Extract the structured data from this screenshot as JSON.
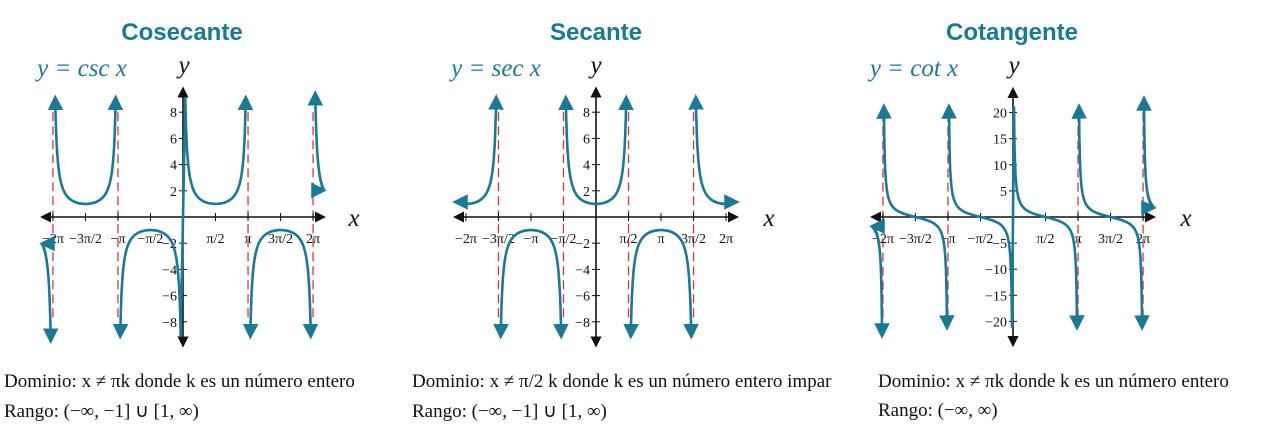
{
  "colors": {
    "curve": "#1a7a96",
    "asymptote": "#d9343e",
    "axis": "#111111",
    "title": "#1a7a96"
  },
  "chart_data": [
    {
      "type": "line",
      "title": "Cosecante",
      "equation": "y = csc x",
      "function": "csc",
      "xlabel": "x",
      "ylabel": "y",
      "xlim": [
        -6.8,
        6.8
      ],
      "ylim": [
        -10,
        10
      ],
      "x_ticks": [
        {
          "v": -6.2832,
          "label": "−2π"
        },
        {
          "v": -4.7124,
          "label": "−3π/2"
        },
        {
          "v": -3.1416,
          "label": "−π"
        },
        {
          "v": -1.5708,
          "label": "−π/2"
        },
        {
          "v": 1.5708,
          "label": "π/2"
        },
        {
          "v": 3.1416,
          "label": "π"
        },
        {
          "v": 4.7124,
          "label": "3π/2"
        },
        {
          "v": 6.2832,
          "label": "2π"
        }
      ],
      "y_ticks": [
        {
          "v": 8,
          "label": "8"
        },
        {
          "v": 6,
          "label": "6"
        },
        {
          "v": 4,
          "label": "4"
        },
        {
          "v": 2,
          "label": "2"
        },
        {
          "v": -2,
          "label": "−2"
        },
        {
          "v": -4,
          "label": "−4"
        },
        {
          "v": -6,
          "label": "−6"
        },
        {
          "v": -8,
          "label": "−8"
        }
      ],
      "asymptotes": [
        -6.2832,
        -3.1416,
        3.1416,
        6.2832
      ],
      "dashed_extent": [
        -8,
        8
      ],
      "clip": 9.5,
      "domain_text": "Dominio: x ≠ πk donde k es un número entero",
      "range_text": "Rango: (−∞, −1] ∪ [1,  ∞)"
    },
    {
      "type": "line",
      "title": "Secante",
      "equation": "y = sec x",
      "function": "sec",
      "xlabel": "x",
      "ylabel": "y",
      "xlim": [
        -6.8,
        6.8
      ],
      "ylim": [
        -10,
        10
      ],
      "x_ticks": [
        {
          "v": -6.2832,
          "label": "−2π"
        },
        {
          "v": -4.7124,
          "label": "−3π/2"
        },
        {
          "v": -3.1416,
          "label": "−π"
        },
        {
          "v": -1.5708,
          "label": "−π/2"
        },
        {
          "v": 1.5708,
          "label": "π/2"
        },
        {
          "v": 3.1416,
          "label": "π"
        },
        {
          "v": 4.7124,
          "label": "3π/2"
        },
        {
          "v": 6.2832,
          "label": "2π"
        }
      ],
      "y_ticks": [
        {
          "v": 8,
          "label": "8"
        },
        {
          "v": 6,
          "label": "6"
        },
        {
          "v": 4,
          "label": "4"
        },
        {
          "v": 2,
          "label": "2"
        },
        {
          "v": -2,
          "label": "−2"
        },
        {
          "v": -4,
          "label": "−4"
        },
        {
          "v": -6,
          "label": "−6"
        },
        {
          "v": -8,
          "label": "−8"
        }
      ],
      "asymptotes": [
        -4.7124,
        -1.5708,
        1.5708,
        4.7124
      ],
      "dashed_extent": [
        -8,
        8
      ],
      "clip": 9.5,
      "domain_text": "Dominio: x ≠ π/2 k donde k es un número entero impar",
      "range_text": "Rango: (−∞, −1] ∪ [1,  ∞)"
    },
    {
      "type": "line",
      "title": "Cotangente",
      "equation": "y = cot x",
      "function": "cot",
      "xlabel": "x",
      "ylabel": "y",
      "xlim": [
        -6.8,
        6.8
      ],
      "ylim": [
        -25,
        25
      ],
      "x_ticks": [
        {
          "v": -6.2832,
          "label": "−2π"
        },
        {
          "v": -4.7124,
          "label": "−3π/2"
        },
        {
          "v": -3.1416,
          "label": "−π"
        },
        {
          "v": -1.5708,
          "label": "−π/2"
        },
        {
          "v": 1.5708,
          "label": "π/2"
        },
        {
          "v": 3.1416,
          "label": "π"
        },
        {
          "v": 4.7124,
          "label": "3π/2"
        },
        {
          "v": 6.2832,
          "label": "2π"
        }
      ],
      "y_ticks": [
        {
          "v": 20,
          "label": "20"
        },
        {
          "v": 15,
          "label": "15"
        },
        {
          "v": 10,
          "label": "10"
        },
        {
          "v": 5,
          "label": "5"
        },
        {
          "v": -5,
          "label": "−5"
        },
        {
          "v": -10,
          "label": "−10"
        },
        {
          "v": -15,
          "label": "−15"
        },
        {
          "v": -20,
          "label": "−20"
        }
      ],
      "asymptotes": [
        -6.2832,
        -3.1416,
        3.1416,
        6.2832
      ],
      "dashed_extent": [
        -20,
        20
      ],
      "clip": 23,
      "domain_text": "Dominio: x ≠ πk donde k es un número entero",
      "range_text": "Rango: (−∞, ∞)"
    }
  ]
}
